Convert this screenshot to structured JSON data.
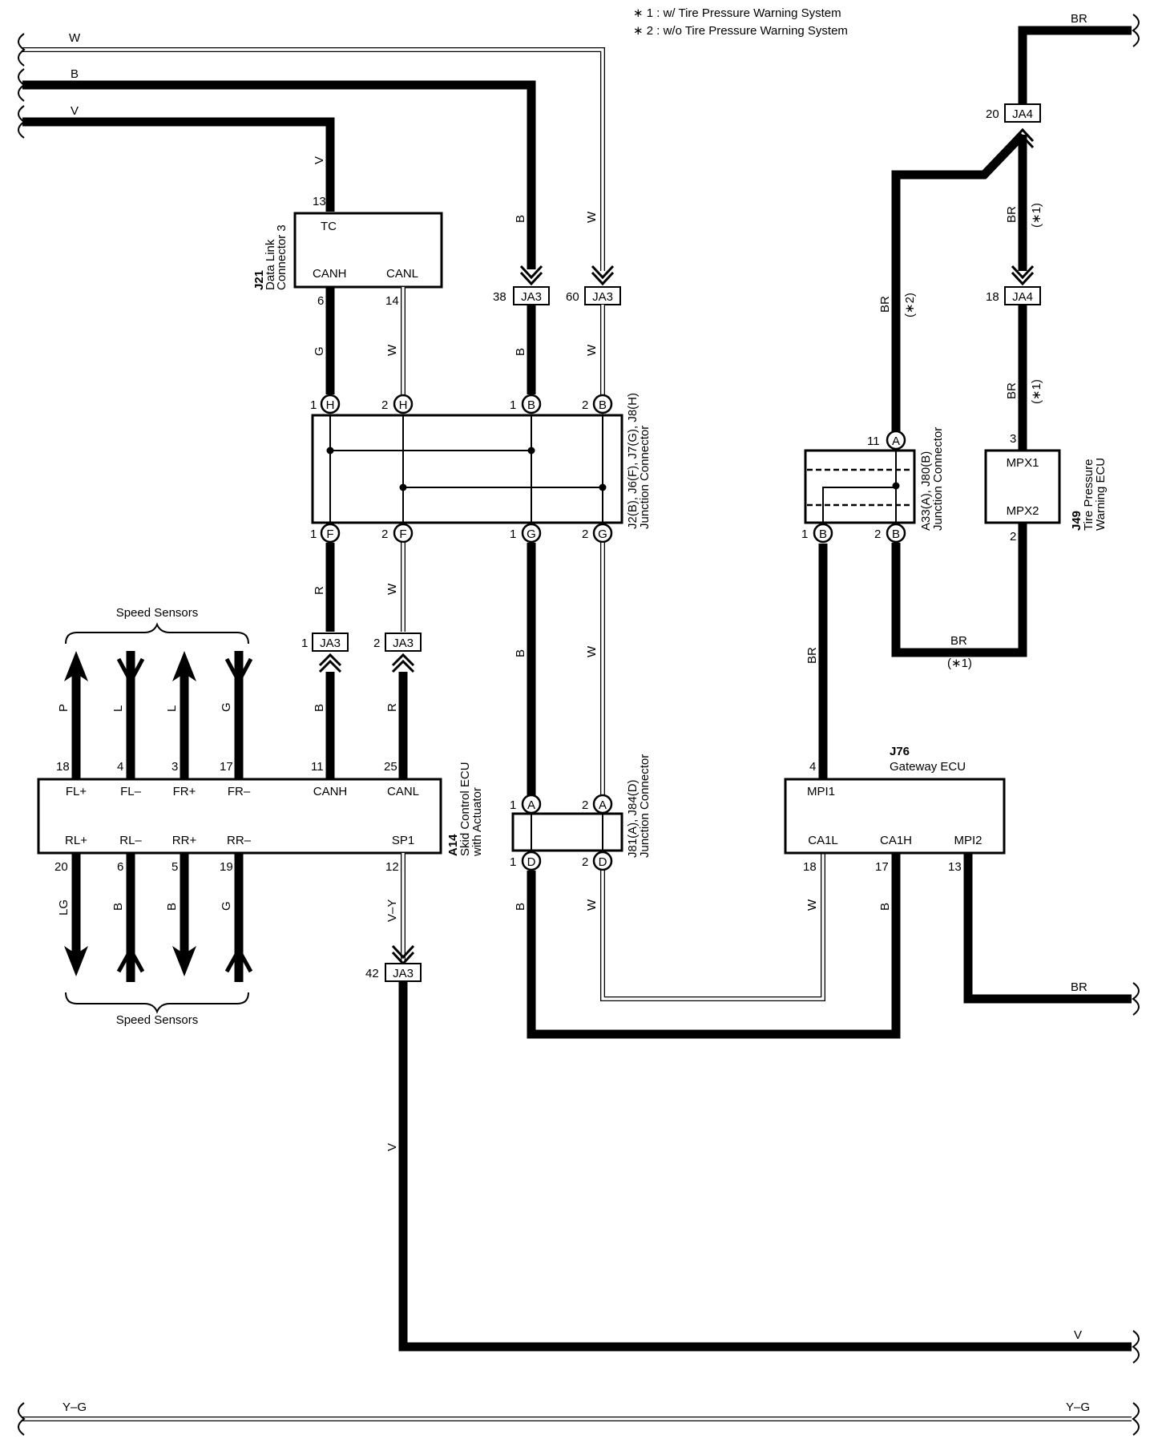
{
  "notes": {
    "note1": "∗ 1 : w/ Tire Pressure Warning System",
    "note2": "∗ 2 : w/o Tire Pressure Warning System"
  },
  "wire_colors": {
    "w": "W",
    "b": "B",
    "v": "V",
    "g": "G",
    "r": "R",
    "br": "BR",
    "p": "P",
    "l": "L",
    "lg": "LG",
    "vy": "V–Y",
    "yg": "Y–G"
  },
  "conditions": {
    "c1": "(∗1)",
    "c2": "(∗2)"
  },
  "connectors": {
    "ja3": "JA3",
    "ja4": "JA4",
    "pin_h": "H",
    "pin_b": "B",
    "pin_f": "F",
    "pin_g": "G",
    "pin_a": "A",
    "pin_d": "D"
  },
  "pins": {
    "p1": "1",
    "p2": "2",
    "p3": "3",
    "p4": "4",
    "p5": "5",
    "p6": "6",
    "p11": "11",
    "p12": "12",
    "p13": "13",
    "p14": "14",
    "p17": "17",
    "p18": "18",
    "p19": "19",
    "p20": "20",
    "p25": "25",
    "p38": "38",
    "p42": "42",
    "p60": "60"
  },
  "components": {
    "j21": {
      "code": "J21",
      "name1": "Data Link",
      "name2": "Connector 3",
      "tc": "TC",
      "canh": "CANH",
      "canl": "CANL"
    },
    "jc_upper": {
      "line1": "J2(B), J6(F), J7(G), J8(H)",
      "line2": "Junction Connector"
    },
    "jc_lower": {
      "line1": "J81(A), J84(D)",
      "line2": "Junction Connector"
    },
    "jc_right": {
      "line1": "A33(A), J80(B)",
      "line2": "Junction Connector"
    },
    "a14": {
      "code": "A14",
      "name1": "Skid Control ECU",
      "name2": "with Actuator",
      "top_pins": [
        "FL+",
        "FL–",
        "FR+",
        "FR–",
        "CANH",
        "CANL"
      ],
      "bottom_pins": [
        "RL+",
        "RL–",
        "RR+",
        "RR–",
        "SP1"
      ]
    },
    "j49": {
      "code": "J49",
      "name1": "Tire Pressure",
      "name2": "Warning ECU",
      "mpx1": "MPX1",
      "mpx2": "MPX2"
    },
    "j76": {
      "code": "J76",
      "name": "Gateway ECU",
      "mpi1": "MPI1",
      "ca1l": "CA1L",
      "ca1h": "CA1H",
      "mpi2": "MPI2"
    }
  },
  "speed_sensors": "Speed Sensors"
}
